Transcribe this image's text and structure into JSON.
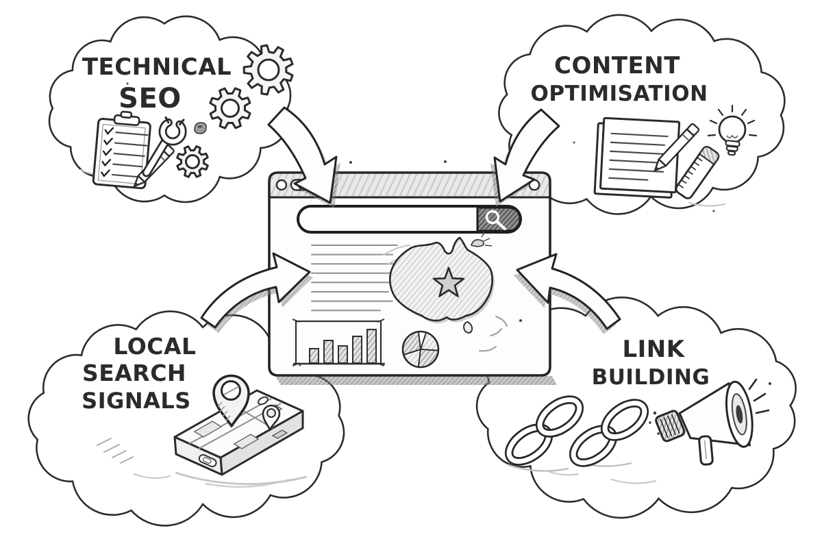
{
  "clouds": {
    "technical_seo": {
      "line1": "TECHNICAL",
      "line2": "SEO"
    },
    "content_optimisation": {
      "line1": "CONTENT",
      "line2": "OPTIMISATION"
    },
    "local_search_signals": {
      "line1": "LOCAL",
      "line2": "SEARCH",
      "line3": "SIGNALS"
    },
    "link_building": {
      "line1": "LINK",
      "line2": "BUILDING"
    }
  },
  "icons": {
    "technical_seo": [
      "checklist-clipboard-icon",
      "pencil-icon",
      "wrench-icon",
      "gear-icon",
      "gear-icon",
      "gear-icon",
      "scribble-icon"
    ],
    "content_optimisation": [
      "document-icon",
      "pencil-icon",
      "lightbulb-icon",
      "ruler-icon"
    ],
    "local_search_signals": [
      "map-tablet-icon",
      "location-pin-icon",
      "small-location-pin-icon"
    ],
    "link_building": [
      "chain-links-icon",
      "chain-links-icon",
      "megaphone-icon"
    ],
    "browser": [
      "search-icon",
      "australia-map-icon",
      "star-icon",
      "bar-chart-icon",
      "pie-chart-icon"
    ]
  },
  "browser": {
    "search_input_value": "",
    "text_line_lengths": [
      125,
      118,
      122,
      115,
      120,
      112,
      118,
      100
    ]
  },
  "chart_data": [
    {
      "type": "bar",
      "categories": [
        "",
        "",
        "",
        "",
        ""
      ],
      "values_relative": [
        2.1,
        3.3,
        2.5,
        3.9,
        4.9
      ],
      "title": "",
      "xlabel": "",
      "ylabel": ""
    },
    {
      "type": "pie",
      "values_percent": [
        7,
        21,
        26,
        18,
        28
      ],
      "title": ""
    }
  ],
  "colors": {
    "ink": "#2a2a2a",
    "paper": "#ffffff",
    "pencil_shade": "#c9c9c9",
    "dark_button": "#8e8e8e"
  }
}
